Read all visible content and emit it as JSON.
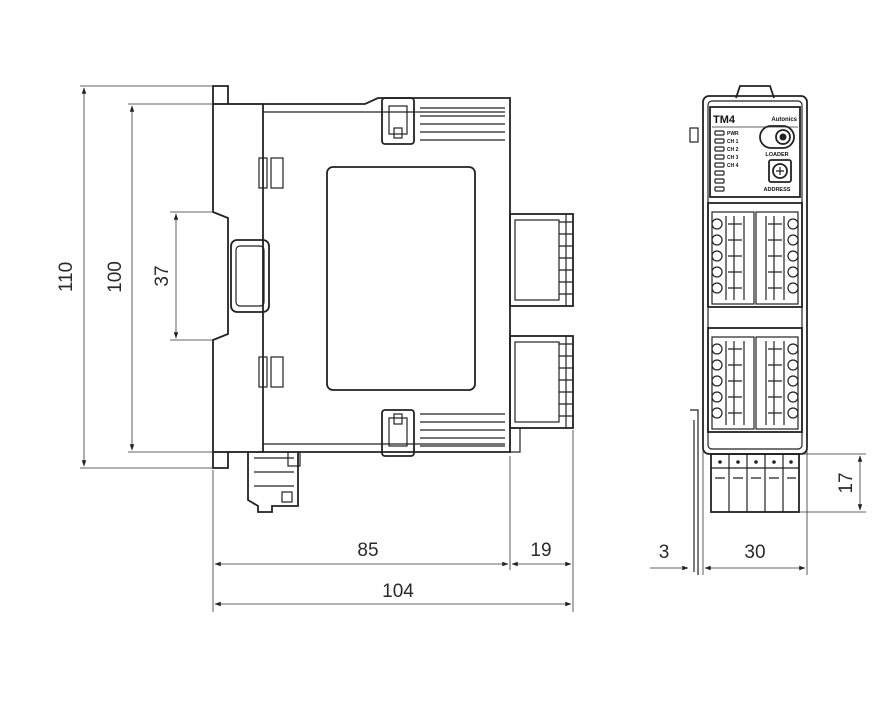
{
  "side_view": {
    "dim_height_outer": "110",
    "dim_height_inner": "100",
    "dim_din_rail": "37",
    "dim_depth_body": "85",
    "dim_depth_connector": "19",
    "dim_depth_total": "104"
  },
  "front_view": {
    "model_label": "TM4",
    "brand_label": "Autonics",
    "leds": [
      "PWR",
      "CH 1",
      "CH 2",
      "CH 3",
      "CH 4"
    ],
    "loader_label": "LOADER",
    "address_label": "ADDRESS",
    "dim_connector_height": "17",
    "dim_rail_offset": "3",
    "dim_width": "30"
  }
}
